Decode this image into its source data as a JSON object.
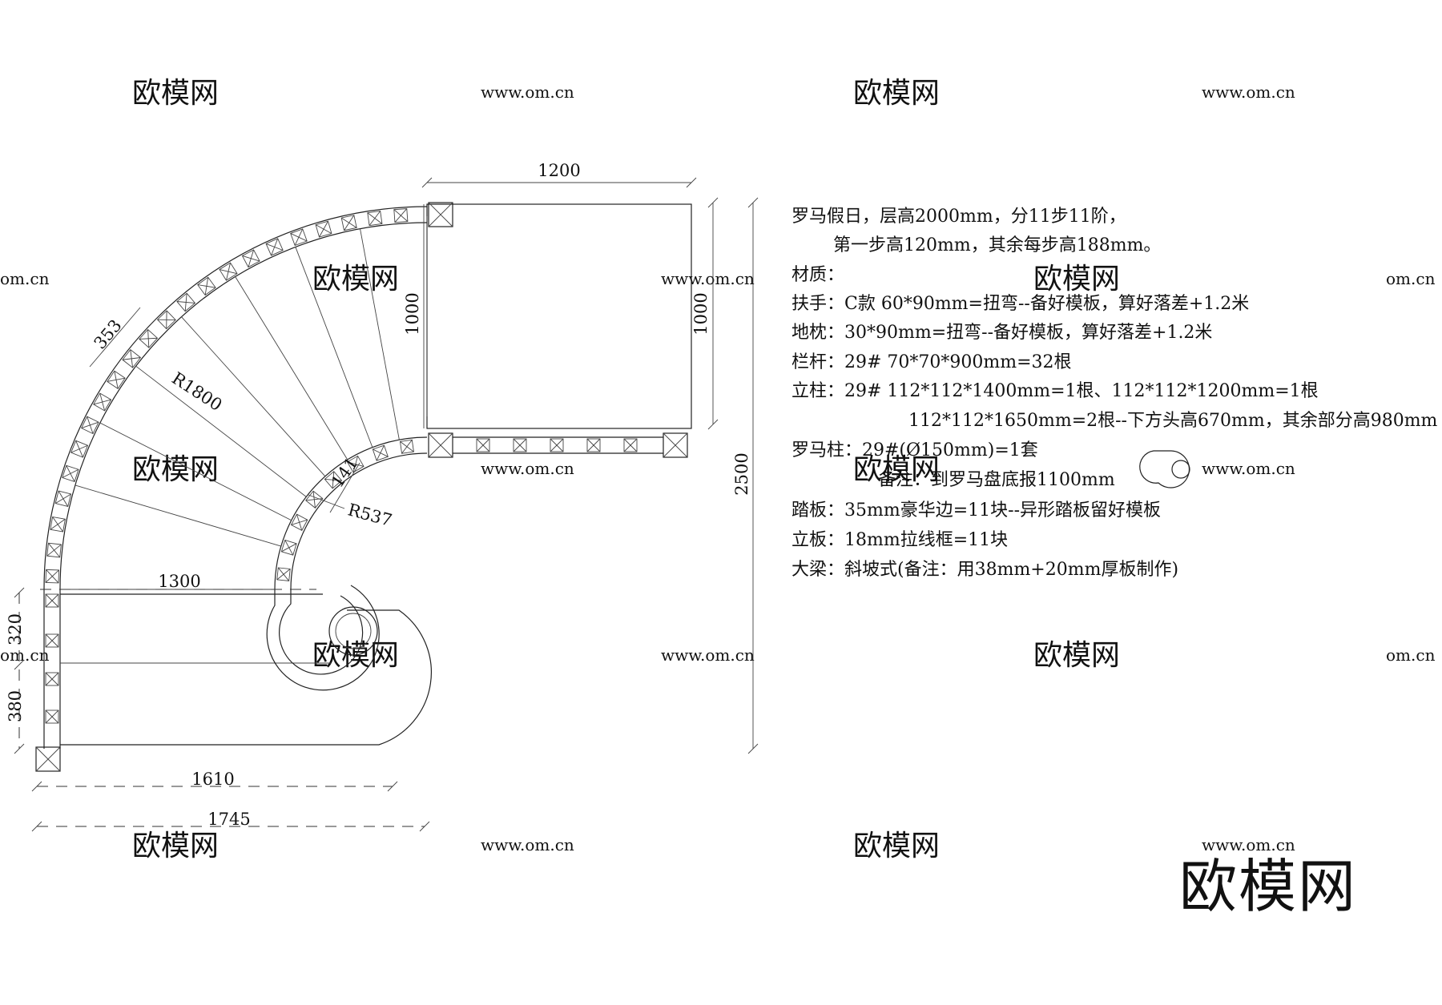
{
  "watermark": {
    "brand": "欧模网",
    "url": "www.om.cn",
    "url_partial": "om.cn",
    "corner_logo": "欧模网"
  },
  "dimensions": {
    "d1200": "1200",
    "d1000_left": "1000",
    "d1000_right": "1000",
    "d2500": "2500",
    "d353": "353",
    "r1800": "R1800",
    "d141": "141",
    "r537": "R537",
    "d1300": "1300",
    "d320": "320",
    "d380": "380",
    "d1610": "1610",
    "d1745": "1745"
  },
  "notes": [
    "罗马假日，层高2000mm，分11步11阶，",
    "第一步高120mm，其余每步高188mm。",
    "材质：",
    "扶手：C款 60*90mm=扭弯--备好模板，算好落差+1.2米",
    "地枕：30*90mm=扭弯--备好模板，算好落差+1.2米",
    "栏杆：29#  70*70*900mm=32根",
    "立柱：29#  112*112*1400mm=1根、112*112*1200mm=1根",
    "112*112*1650mm=2根--下方头高670mm，其余部分高980mm",
    "罗马柱：29#(Ø150mm)=1套",
    "备注：到罗马盘底报1100mm",
    "踏板：35mm豪华边=11块--异形踏板留好模板",
    "立板：18mm拉线框=11块",
    "大梁：斜坡式(备注：用38mm+20mm厚板制作)"
  ],
  "icons": {
    "roman_plate": "roman-plate-icon"
  }
}
